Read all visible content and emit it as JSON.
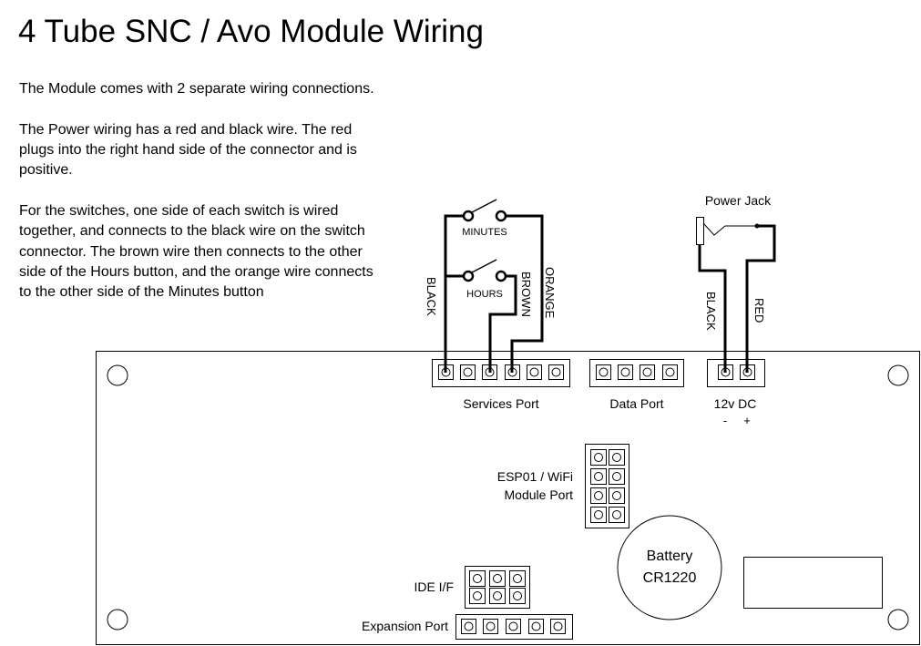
{
  "title": "4 Tube SNC / Avo Module Wiring",
  "intro": {
    "line1": "The Module comes with 2 separate wiring connections.",
    "power_lines": [
      "The Power wiring has a red and black wire. The red",
      "plugs into the right hand side of the connector and is",
      "positive."
    ],
    "switch_lines": [
      "For the switches, one side of each switch is wired",
      "together, and connects to the black wire on the switch",
      "connector. The brown wire then connects to the other",
      "side of the Hours button, and the orange wire connects",
      "to the other side of the Minutes button"
    ]
  },
  "diagram": {
    "switch_minutes": "MINUTES",
    "switch_hours": "HOURS",
    "wire_black": "BLACK",
    "wire_brown": "BROWN",
    "wire_orange": "ORANGE",
    "power_jack": "Power Jack",
    "power_wire_black": "BLACK",
    "power_wire_red": "RED",
    "services_port": "Services Port",
    "data_port": "Data Port",
    "power_port": "12v DC",
    "minus": "-",
    "plus": "+",
    "esp_line1": "ESP01 / WiFi",
    "esp_line2": "Module Port",
    "battery_line1": "Battery",
    "battery_line2": "CR1220",
    "ide": "IDE I/F",
    "expansion": "Expansion Port"
  }
}
